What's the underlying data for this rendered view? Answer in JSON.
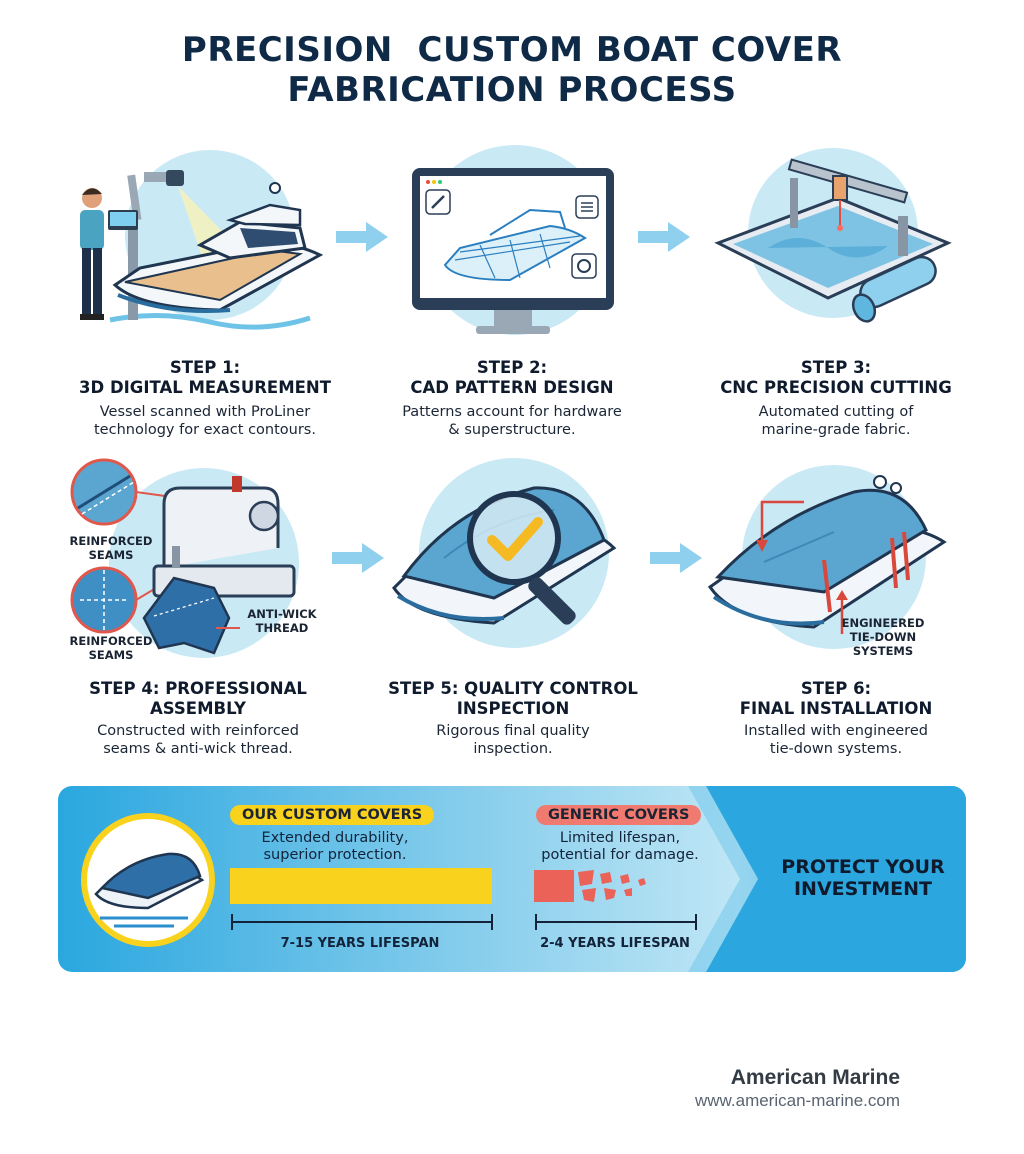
{
  "title": {
    "line1": "PRECISION  CUSTOM BOAT COVER",
    "line2": "FABRICATION PROCESS"
  },
  "steps": [
    {
      "heading1": "STEP 1:",
      "heading2": "3D DIGITAL MEASUREMENT",
      "desc1": "Vessel scanned with ProLiner",
      "desc2": "technology for exact contours."
    },
    {
      "heading1": "STEP 2:",
      "heading2": "CAD PATTERN DESIGN",
      "desc1": "Patterns account for hardware",
      "desc2": "& superstructure."
    },
    {
      "heading1": "STEP 3:",
      "heading2": "CNC PRECISION CUTTING",
      "desc1": "Automated cutting of",
      "desc2": "marine-grade fabric."
    },
    {
      "heading1": "STEP 4: PROFESSIONAL",
      "heading2": "ASSEMBLY",
      "desc1": "Constructed with reinforced",
      "desc2": "seams & anti-wick thread."
    },
    {
      "heading1": "STEP 5: QUALITY CONTROL",
      "heading2": "INSPECTION",
      "desc1": "Rigorous final quality",
      "desc2": "inspection."
    },
    {
      "heading1": "STEP 6:",
      "heading2": "FINAL INSTALLATION",
      "desc1": "Installed with engineered",
      "desc2": "tie-down systems."
    }
  ],
  "callouts": {
    "reinforced_seams_1a": "REINFORCED",
    "reinforced_seams_1b": "SEAMS",
    "reinforced_seams_2a": "REINFORCED",
    "reinforced_seams_2b": "SEAMS",
    "anti_wick_a": "ANTI-WICK",
    "anti_wick_b": "THREAD",
    "tie_down_a": "ENGINEERED",
    "tie_down_b": "TIE-DOWN",
    "tie_down_c": "SYSTEMS"
  },
  "comparison": {
    "ours_badge": "OUR CUSTOM COVERS",
    "ours_desc1": "Extended durability,",
    "ours_desc2": "superior protection.",
    "ours_lifespan": "7-15 YEARS LIFESPAN",
    "generic_badge": "GENERIC COVERS",
    "generic_desc1": "Limited lifespan,",
    "generic_desc2": "potential for damage.",
    "generic_lifespan": "2-4 YEARS LIFESPAN",
    "protect1": "PROTECT YOUR",
    "protect2": "INVESTMENT"
  },
  "footer": {
    "brand": "American Marine",
    "url": "www.american-marine.com"
  },
  "colors": {
    "navy": "#0e2a47",
    "sky": "#bfe6f4",
    "accent_blue": "#3aa9dd",
    "yellow": "#f8d21c",
    "red": "#e8574b"
  }
}
